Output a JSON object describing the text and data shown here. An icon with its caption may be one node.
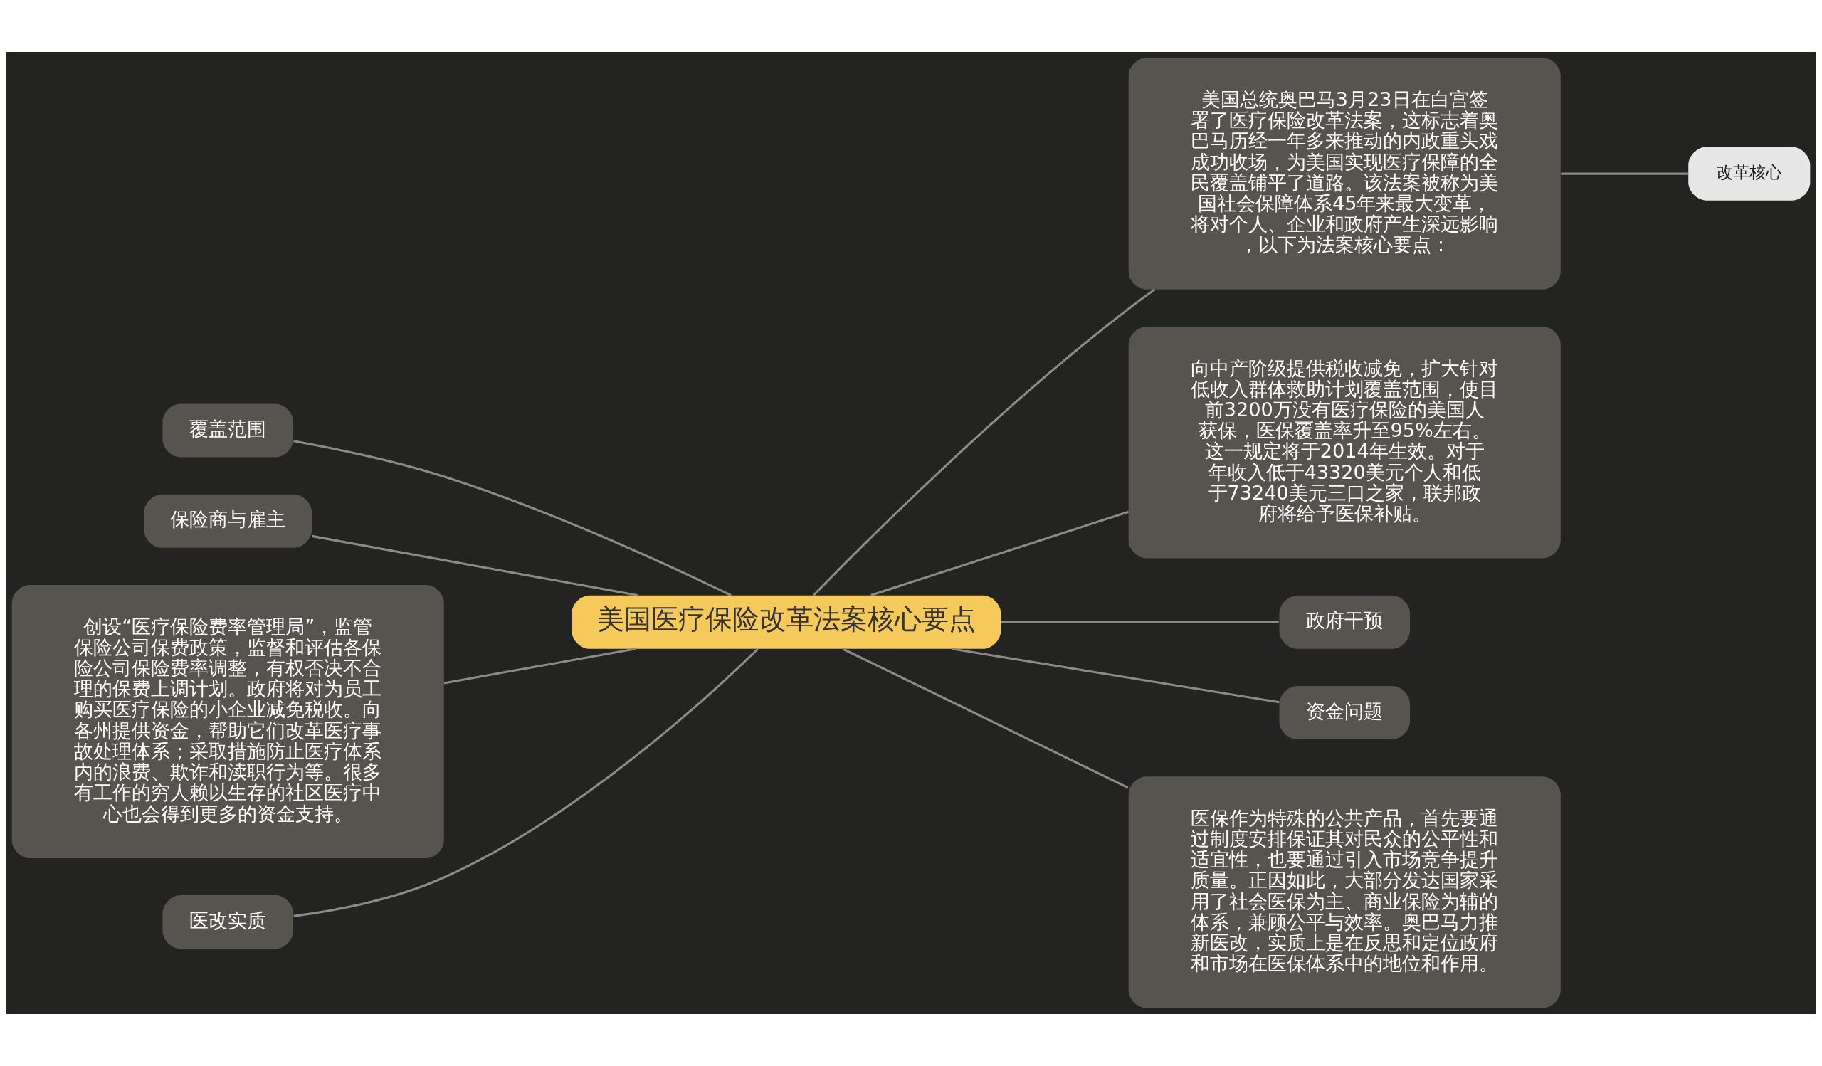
{
  "diagram": {
    "nodes": [
      {
        "text": [
          "美国医疗保险改革法案核心要点"
        ]
      },
      {
        "text": [
          "覆盖范围"
        ]
      },
      {
        "text": [
          "保险商与雇主"
        ]
      },
      {
        "text": [
          "创设“医疗保险费率管理局”，监管保险公司保费政策，监督和评估各保险公司保险费率调整，有权否决不合理的保费上调计划。政府将对为员工购买医疗保险的小企业减免税收。向各州提供资金，帮助它们改革医疗事故处理体系；采取措施防止医疗体系内的浪费、欺诈和渎职行为等。很多有工作的穷人赖以生存的社区医疗中心也会得到更多的资金支持。"
        ]
      },
      {
        "text": [
          "医改实质"
        ]
      },
      {
        "text": [
          "美国总统奥巴马3月23日在白宫签署了医疗保险改革法案，这标志着奥巴马历经一年多来推动的内政重头戏成功收场，为美国实现医疗保障的全民覆盖铺平了道路。该法案被称为美国社会保障体系45年来最大变革，将对个人、企业和政府产生深远影响，以下为法案核心要点："
        ]
      },
      {
        "text": [
          "改革核心"
        ]
      },
      {
        "text": [
          "向中产阶级提供税收减免，扩大针对低收入群体救助计划覆盖范围，使目前3200万没有医疗保险的美国人获保，医保覆盖率升至95%左右。这一规定将于2014年生效。对于年收入低于43320美元个人和低于73240美元三口之家，联邦政府将给予医保补贴。"
        ]
      },
      {
        "text": [
          "政府干预"
        ]
      },
      {
        "text": [
          "资金问题"
        ]
      },
      {
        "text": [
          "医保作为特殊的公共产品，首先要通过制度安排保证其对民众的公平性和适宜性，也要通过引入市场竞争提升质量。正因如此，大部分发达国家采用了社会医保为主、商业保险为辅的体系，兼顾公平与效率。奥巴马力推新医改，实质上是在反思和定位政府和市场在医保体系中的地位和作用。"
        ]
      }
    ],
    "edges": [
      {
        "from": 0,
        "to": 1,
        "arrow": "none"
      },
      {
        "from": 0,
        "to": 2,
        "arrow": "none"
      },
      {
        "from": 0,
        "to": 3,
        "arrow": "none"
      },
      {
        "from": 0,
        "to": 4,
        "arrow": "none"
      },
      {
        "from": 0,
        "to": 5,
        "arrow": "none"
      },
      {
        "from": 5,
        "to": 6,
        "arrow": "none"
      },
      {
        "from": 0,
        "to": 7,
        "arrow": "none"
      },
      {
        "from": 0,
        "to": 8,
        "arrow": "none"
      },
      {
        "from": 0,
        "to": 9,
        "arrow": "none"
      },
      {
        "from": 0,
        "to": 10,
        "arrow": "none"
      }
    ]
  }
}
